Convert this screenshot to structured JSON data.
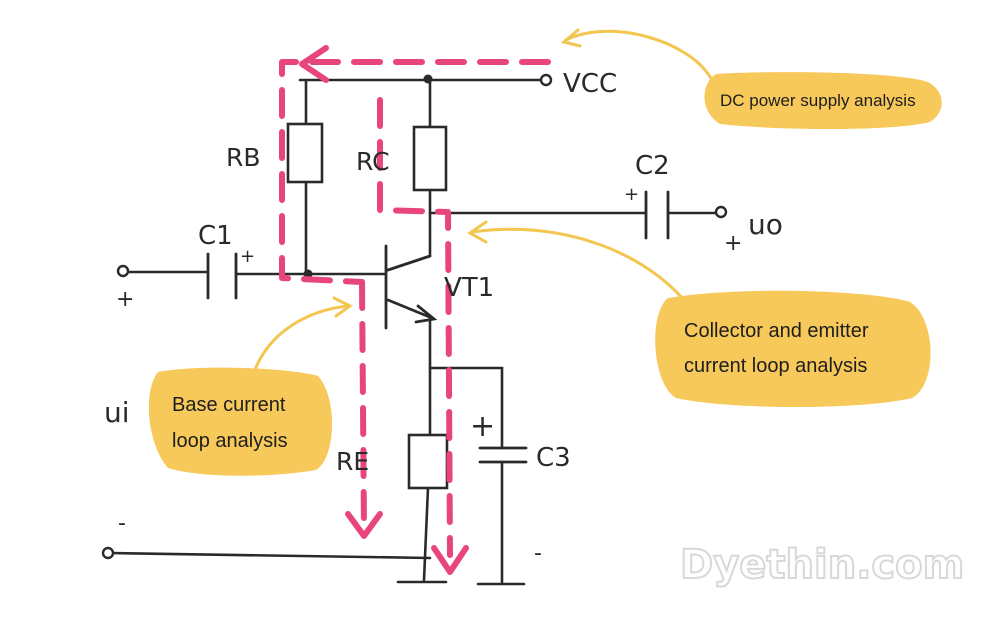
{
  "labels": {
    "vcc": "VCC",
    "rb": "RB",
    "rc": "RC",
    "re": "RE",
    "c1": "C1",
    "c2": "C2",
    "c3": "C3",
    "vt1": "VT1",
    "ui": "ui",
    "uo": "uo",
    "plus_in": "+",
    "minus_in": "-",
    "plus_out": "+",
    "minus_out": "-",
    "c1_plus": "+",
    "c2_plus": "+",
    "c3_plus": "+"
  },
  "callouts": {
    "dc_supply": "DC power supply analysis",
    "collector_line1": "Collector and emitter",
    "collector_line2": "current loop analysis",
    "base_line1": "Base current",
    "base_line2": "loop analysis"
  },
  "watermark": "Dyethin.com",
  "colors": {
    "wire": "#2a2a2a",
    "loop": "#e8457f",
    "callout_fill": "#f7c85a",
    "arrow": "#f2c64f",
    "watermark": "#d8d8d8"
  }
}
